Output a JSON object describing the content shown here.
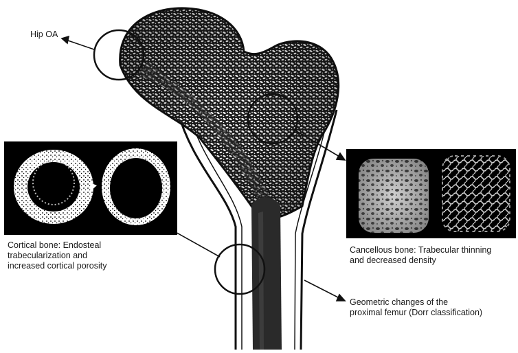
{
  "labels": {
    "hip_oa": "Hip OA",
    "cortical_line1": "Cortical bone: Endosteal",
    "cortical_line2": "trabecularization and",
    "cortical_line3": "increased cortical porosity",
    "cancellous_line1": "Cancellous bone: Trabecular thinning",
    "cancellous_line2": "and decreased density",
    "geometric_line1": "Geometric changes of the",
    "geometric_line2": "proximal femur (Dorr classification)"
  },
  "colors": {
    "ink": "#111111",
    "bone_texture": "#ffffff",
    "panel_background": "#000000",
    "medullary_canal": "#2a2a2a",
    "metallic_scaffold": "#c8c8c8"
  }
}
